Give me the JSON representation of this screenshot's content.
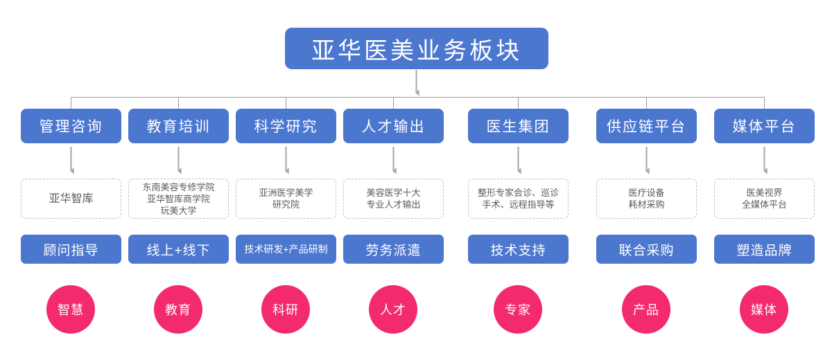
{
  "title": {
    "label": "亚华医美业务板块",
    "color": "#4c77cf"
  },
  "colors": {
    "box_blue": "#4c77cf",
    "circle_pink": "#f42a6e",
    "connector_gray": "#a6a6a6",
    "dashed_border": "#bfbfbf",
    "detail_text": "#5a5a5a",
    "background": "#ffffff"
  },
  "columns": [
    {
      "category": "管理咨询",
      "detail_lines": [
        "亚华智库"
      ],
      "function": "顾问指导",
      "keyword": "智慧"
    },
    {
      "category": "教育培训",
      "detail_lines": [
        "东南美容专修学院",
        "亚华智库商学院",
        "玩美大学"
      ],
      "function": "线上+线下",
      "keyword": "教育"
    },
    {
      "category": "科学研究",
      "detail_lines": [
        "亚洲医学美学",
        "研究院"
      ],
      "function": "技术研发+产品研制",
      "keyword": "科研"
    },
    {
      "category": "人才输出",
      "detail_lines": [
        "美容医学十大",
        "专业人才输出"
      ],
      "function": "劳务派遣",
      "keyword": "人才"
    },
    {
      "category": "医生集团",
      "detail_lines": [
        "整形专家会诊、巡诊",
        "手术、远程指导等"
      ],
      "function": "技术支持",
      "keyword": "专家"
    },
    {
      "category": "供应链平台",
      "detail_lines": [
        "医疗设备",
        "耗材采购"
      ],
      "function": "联合采购",
      "keyword": "产品"
    },
    {
      "category": "媒体平台",
      "detail_lines": [
        "医美视界",
        "全媒体平台"
      ],
      "function": "塑造品牌",
      "keyword": "媒体"
    }
  ]
}
